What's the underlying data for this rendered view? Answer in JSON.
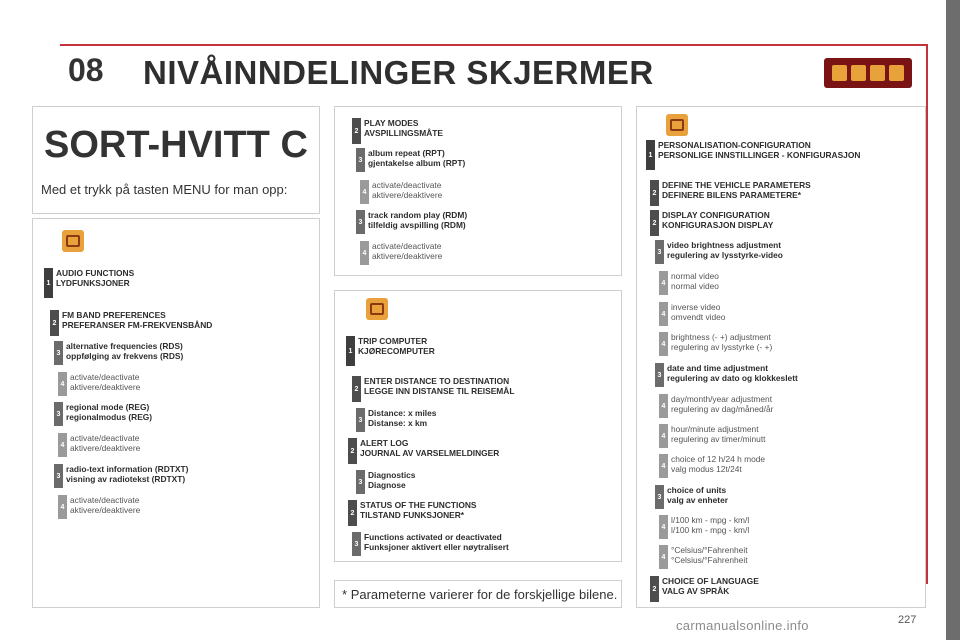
{
  "header": {
    "chapter": "08",
    "title": "NIVÅINNDELINGER SKJERMER"
  },
  "left": {
    "heading": "SORT-HVITT C",
    "intro": "Med et trykk på tasten MENU for man opp:",
    "items": [
      {
        "level": "1",
        "line1": "AUDIO FUNCTIONS",
        "line2": "LYDFUNKSJONER"
      },
      {
        "level": "2",
        "line1": "FM BAND PREFERENCES",
        "line2": "PREFERANSER FM-FREKVENSBÅND"
      },
      {
        "level": "3",
        "line1": "alternative frequencies (RDS)",
        "line2": "oppfølging av frekvens (RDS)"
      },
      {
        "level": "4",
        "line1": "activate/deactivate",
        "line2": "aktivere/deaktivere"
      },
      {
        "level": "3",
        "line1": "regional mode (REG)",
        "line2": "regionalmodus (REG)"
      },
      {
        "level": "4",
        "line1": "activate/deactivate",
        "line2": "aktivere/deaktivere"
      },
      {
        "level": "3",
        "line1": "radio-text information (RDTXT)",
        "line2": "visning av radiotekst (RDTXT)"
      },
      {
        "level": "4",
        "line1": "activate/deactivate",
        "line2": "aktivere/deaktivere"
      }
    ]
  },
  "middle_top": {
    "items": [
      {
        "level": "2",
        "line1": "PLAY MODES",
        "line2": "AVSPILLINGSMÅTE"
      },
      {
        "level": "3",
        "line1": "album repeat (RPT)",
        "line2": "gjentakelse album (RPT)"
      },
      {
        "level": "4",
        "line1": "activate/deactivate",
        "line2": "aktivere/deaktivere"
      },
      {
        "level": "3",
        "line1": "track random play (RDM)",
        "line2": "tilfeldig avspilling (RDM)"
      },
      {
        "level": "4",
        "line1": "activate/deactivate",
        "line2": "aktivere/deaktivere"
      }
    ]
  },
  "middle_bottom": {
    "items": [
      {
        "level": "1",
        "line1": "TRIP COMPUTER",
        "line2": "KJØRECOMPUTER"
      },
      {
        "level": "2",
        "line1": "ENTER DISTANCE TO DESTINATION",
        "line2": "LEGGE INN DISTANSE TIL REISEMÅL"
      },
      {
        "level": "3",
        "line1": "Distance: x miles",
        "line2": "Distanse: x km"
      },
      {
        "level": "2",
        "line1": "ALERT LOG",
        "line2": "JOURNAL AV VARSELMELDINGER"
      },
      {
        "level": "3",
        "line1": "Diagnostics",
        "line2": "Diagnose"
      },
      {
        "level": "2",
        "line1": "STATUS OF THE FUNCTIONS",
        "line2": "TILSTAND FUNKSJONER*"
      },
      {
        "level": "3",
        "line1": "Functions activated or deactivated",
        "line2": "Funksjoner aktivert eller nøytralisert"
      }
    ],
    "footnote_star": "*",
    "footnote": "Parameterne varierer for de forskjellige bilene."
  },
  "right": {
    "items": [
      {
        "level": "1",
        "line1": "PERSONALISATION-CONFIGURATION",
        "line2": "PERSONLIGE INNSTILLINGER - KONFIGURASJON"
      },
      {
        "level": "2",
        "line1": "DEFINE THE VEHICLE PARAMETERS",
        "line2": "DEFINERE BILENS PARAMETERE*"
      },
      {
        "level": "2",
        "line1": "DISPLAY CONFIGURATION",
        "line2": "KONFIGURASJON DISPLAY"
      },
      {
        "level": "3",
        "line1": "video brightness adjustment",
        "line2": "regulering av lysstyrke-video"
      },
      {
        "level": "4",
        "line1": "normal video",
        "line2": "normal video"
      },
      {
        "level": "4",
        "line1": "inverse video",
        "line2": "omvendt video"
      },
      {
        "level": "4",
        "line1": "brightness (- +) adjustment",
        "line2": "regulering av lysstyrke (- +)"
      },
      {
        "level": "3",
        "line1": "date and time adjustment",
        "line2": "regulering av dato og klokkeslett"
      },
      {
        "level": "4",
        "line1": "day/month/year adjustment",
        "line2": "regulering av dag/måned/år"
      },
      {
        "level": "4",
        "line1": "hour/minute adjustment",
        "line2": "regulering av timer/minutt"
      },
      {
        "level": "4",
        "line1": "choice of 12 h/24 h mode",
        "line2": "valg modus 12t/24t"
      },
      {
        "level": "3",
        "line1": "choice of units",
        "line2": "valg av enheter"
      },
      {
        "level": "4",
        "line1": "l/100 km - mpg - km/l",
        "line2": "l/100 km - mpg - km/l"
      },
      {
        "level": "4",
        "line1": "°Celsius/°Fahrenheit",
        "line2": "°Celsius/°Fahrenheit"
      },
      {
        "level": "2",
        "line1": "CHOICE OF LANGUAGE",
        "line2": "VALG AV SPRÅK"
      }
    ]
  },
  "footer": {
    "page_number": "227",
    "watermark": "carmanualsonline.info"
  },
  "icons": [
    "audio-icon",
    "trip-computer-icon",
    "personalisation-icon",
    "header-icons"
  ],
  "colors": {
    "accent": "#c4323c",
    "icon_bg": "#e9a23b",
    "header_icon_bg": "#7a1414"
  }
}
